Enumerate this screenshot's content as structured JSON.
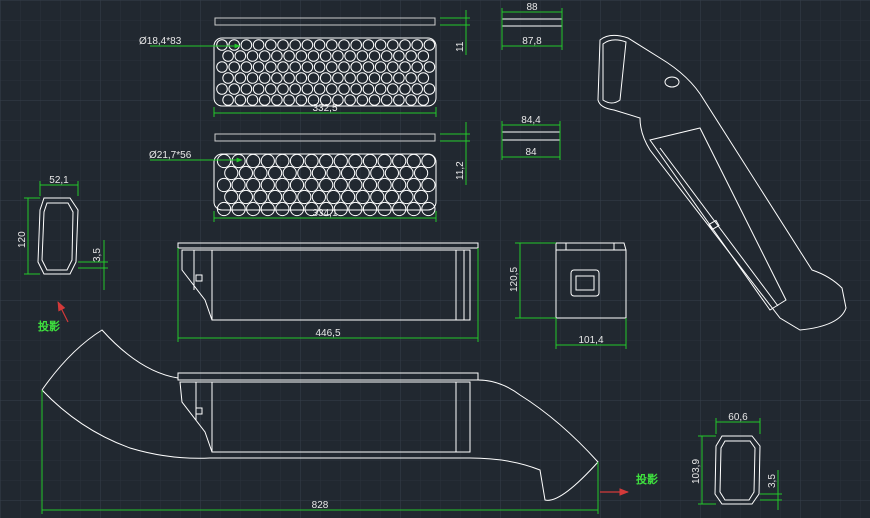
{
  "colors": {
    "background": "#212830",
    "grid_minor": "#2a323b",
    "grid_major": "#36404b",
    "outline": "#ffffff",
    "dimension": "#22c82a",
    "dimension_text": "#e8e8e8",
    "label_green": "#3ee03e",
    "arrow": "#d33a3a"
  },
  "dimensions": {
    "top_panel_thickness": "11",
    "top_panel_length": "332,5",
    "top_panel_holes": "Ø18,4*83",
    "mid_panel_thickness": "11,2",
    "mid_panel_length": "334,1",
    "mid_panel_holes": "Ø21,7*56",
    "top_section_top": "88",
    "top_section_bottom": "87,8",
    "mid_section_top": "84,4",
    "mid_section_bottom": "84",
    "left_profile_width": "52,1",
    "left_profile_height": "120",
    "left_profile_wall": "3,5",
    "battery_length": "446,5",
    "end_view_height": "120,5",
    "end_view_width": "101,4",
    "total_length": "828",
    "right_profile_width": "60,6",
    "right_profile_height": "103,9",
    "right_profile_wall": "3,5"
  },
  "labels": {
    "projection_left": "投影",
    "projection_right": "投影"
  }
}
